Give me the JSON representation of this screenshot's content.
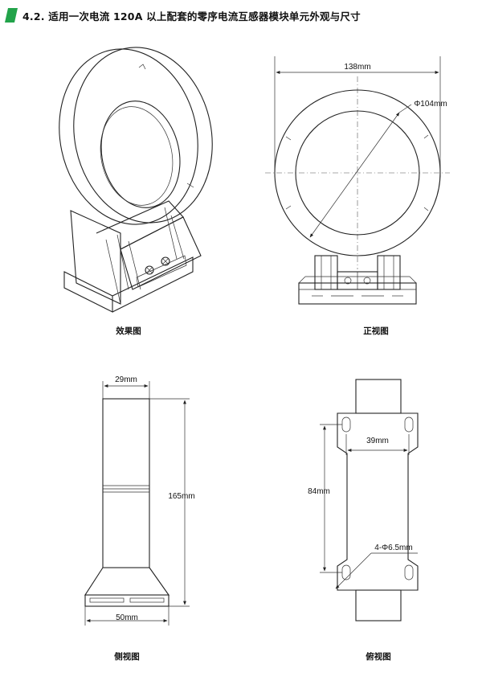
{
  "header": {
    "title": "4.2. 适用一次电流 120A 以上配套的零序电流互感器模块单元外观与尺寸",
    "accent_color": "#22a34a"
  },
  "views": {
    "perspective": {
      "caption": "效果图"
    },
    "front": {
      "caption": "正视图",
      "width_label": "138mm",
      "diameter_label": "Φ104mm"
    },
    "side": {
      "caption": "侧视图",
      "top_width_label": "29mm",
      "height_label": "165mm",
      "base_width_label": "50mm"
    },
    "top": {
      "caption": "俯视图",
      "inner_width_label": "39mm",
      "height_label": "84mm",
      "hole_label": "4-Φ6.5mm"
    }
  }
}
